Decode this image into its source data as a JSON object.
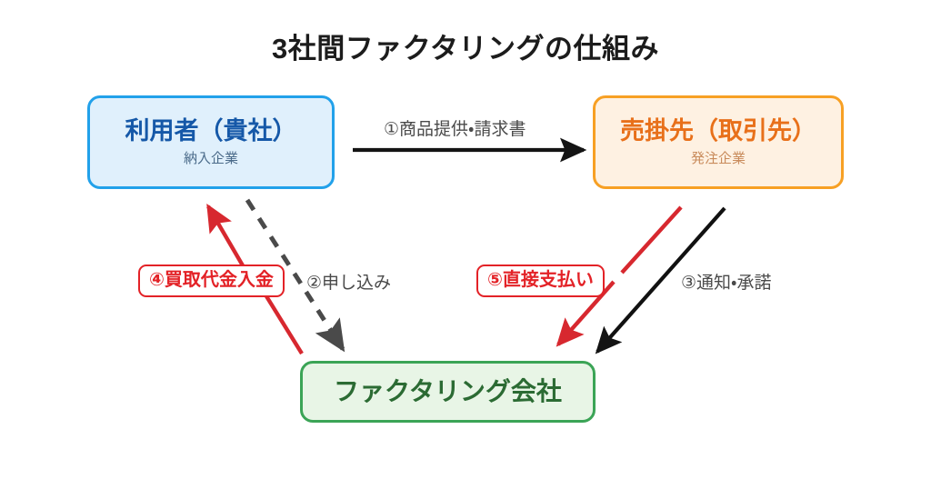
{
  "title": "3社間ファクタリングの仕組み",
  "nodes": {
    "user": {
      "title": "利用者（貴社）",
      "subtitle": "納入企業",
      "border_color": "#22A1EA",
      "fill_color": "#E0F0FC",
      "text_color": "#1558A8"
    },
    "payer": {
      "title": "売掛先（取引先）",
      "subtitle": "発注企業",
      "border_color": "#F7A024",
      "fill_color": "#FEF1E2",
      "text_color": "#E8701A"
    },
    "factor": {
      "title": "ファクタリング会社",
      "subtitle": "",
      "border_color": "#3BA456",
      "fill_color": "#E8F5E6",
      "text_color": "#2B6B33"
    }
  },
  "flows": [
    {
      "step": "1",
      "label": "①商品提供・請求書",
      "from": "user",
      "to": "payer",
      "style": "solid",
      "color": "#1A1A1A",
      "emphasis": false
    },
    {
      "step": "2",
      "label": "②申し込み",
      "from": "user",
      "to": "factor",
      "style": "dashed",
      "color": "#4A4A4A",
      "emphasis": false
    },
    {
      "step": "3",
      "label": "③通知・承諾",
      "from": "payer",
      "to": "factor",
      "style": "solid",
      "color": "#111111",
      "emphasis": false
    },
    {
      "step": "4",
      "label": "④買取代金入金",
      "from": "factor",
      "to": "user",
      "style": "solid",
      "color": "#D7282F",
      "emphasis": true
    },
    {
      "step": "5",
      "label": "⑤直接支払い",
      "from": "payer",
      "to": "factor",
      "style": "solid",
      "color": "#D7282F",
      "emphasis": true
    }
  ],
  "chart_data": {
    "type": "diagram",
    "title": "3社間ファクタリングの仕組み",
    "nodes": [
      "利用者（貴社）／納入企業",
      "売掛先（取引先）／発注企業",
      "ファクタリング会社"
    ],
    "edges": [
      {
        "from": "利用者（貴社）",
        "to": "売掛先（取引先）",
        "label": "①商品提供・請求書"
      },
      {
        "from": "利用者（貴社）",
        "to": "ファクタリング会社",
        "label": "②申し込み"
      },
      {
        "from": "売掛先（取引先）",
        "to": "ファクタリング会社",
        "label": "③通知・承諾"
      },
      {
        "from": "ファクタリング会社",
        "to": "利用者（貴社）",
        "label": "④買取代金入金"
      },
      {
        "from": "売掛先（取引先）",
        "to": "ファクタリング会社",
        "label": "⑤直接支払い"
      }
    ]
  }
}
